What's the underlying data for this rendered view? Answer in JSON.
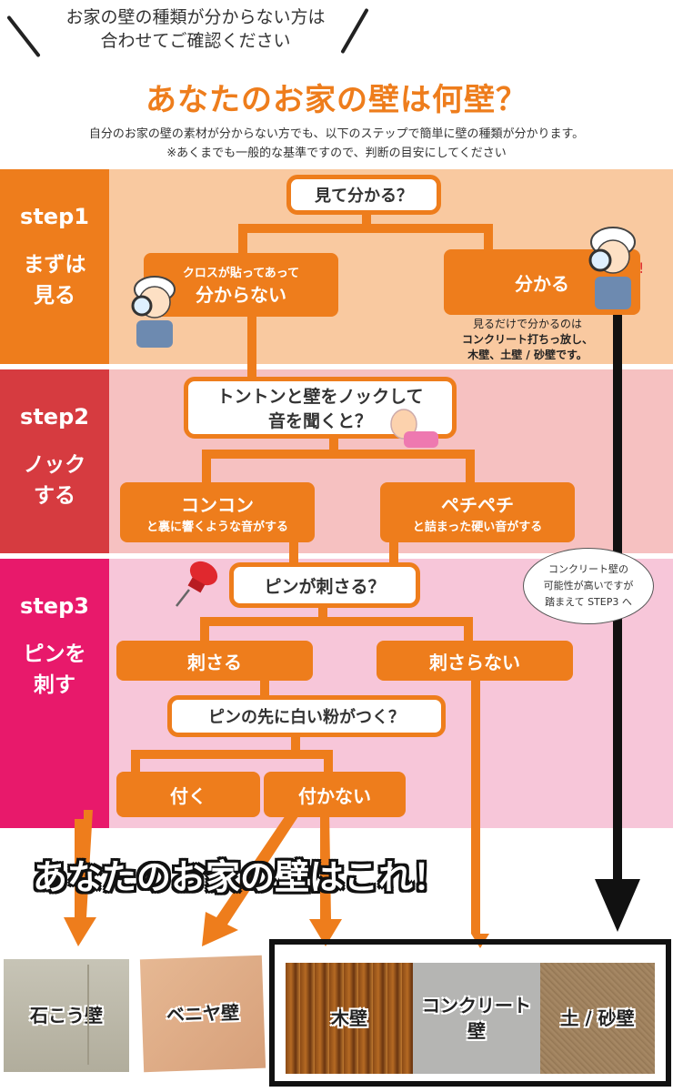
{
  "header": {
    "note_line1": "お家の壁の種類が分からない方は",
    "note_line2": "合わせてご確認ください",
    "title": "あなたのお家の壁は何壁？",
    "subtitle1": "自分のお家の壁の素材が分からない方でも、以下のステップで簡単に壁の種類が分かります。",
    "subtitle2": "※あくまでも一般的な基準ですので、判断の目安にしてください"
  },
  "steps": [
    {
      "step": "step1",
      "label": "まずは\n見る"
    },
    {
      "step": "step2",
      "label": "ノック\nする"
    },
    {
      "step": "step3",
      "label": "ピンを\n刺す"
    }
  ],
  "nodes": {
    "q1": "見て分かる？",
    "unknown_small": "クロスが貼ってあって",
    "unknown": "分からない",
    "known": "分かる",
    "known_note1": "見るだけで分かるのは",
    "known_note2": "コンクリート打ちっ放し、",
    "known_note3": "木壁、土壁 / 砂壁です。",
    "q2_line1": "トントンと壁をノックして",
    "q2_line2": "音を聞くと？",
    "konkon": "コンコン",
    "konkon_small": "と裏に響くような音がする",
    "pechi": "ペチペチ",
    "pechi_small": "と詰まった硬い音がする",
    "bubble_line1": "コンクリート壁の",
    "bubble_line2": "可能性が高いですが",
    "bubble_line3": "踏まえて STEP3 へ",
    "q3": "ピンが刺さる？",
    "sasaru": "刺さる",
    "sasaranai": "刺さらない",
    "q4": "ピンの先に白い粉がつく？",
    "tsuku": "付く",
    "tsukanai": "付かない"
  },
  "result": {
    "title": "あなたのお家の壁はこれ！",
    "tiles": [
      {
        "label": "石こう壁"
      },
      {
        "label": "ベニヤ壁"
      },
      {
        "label": "木壁"
      },
      {
        "label": "コンクリート\n壁"
      },
      {
        "label": "土 / 砂壁"
      }
    ]
  },
  "colors": {
    "accent": "#ee7d1c",
    "step1_tab": "#ee7d1c",
    "step1_band": "#f9c9a0",
    "step2_tab": "#d63b40",
    "step2_band": "#f6c1c1",
    "step3_tab": "#e8196b",
    "step3_band": "#f7c6d9",
    "frame": "#111111"
  }
}
